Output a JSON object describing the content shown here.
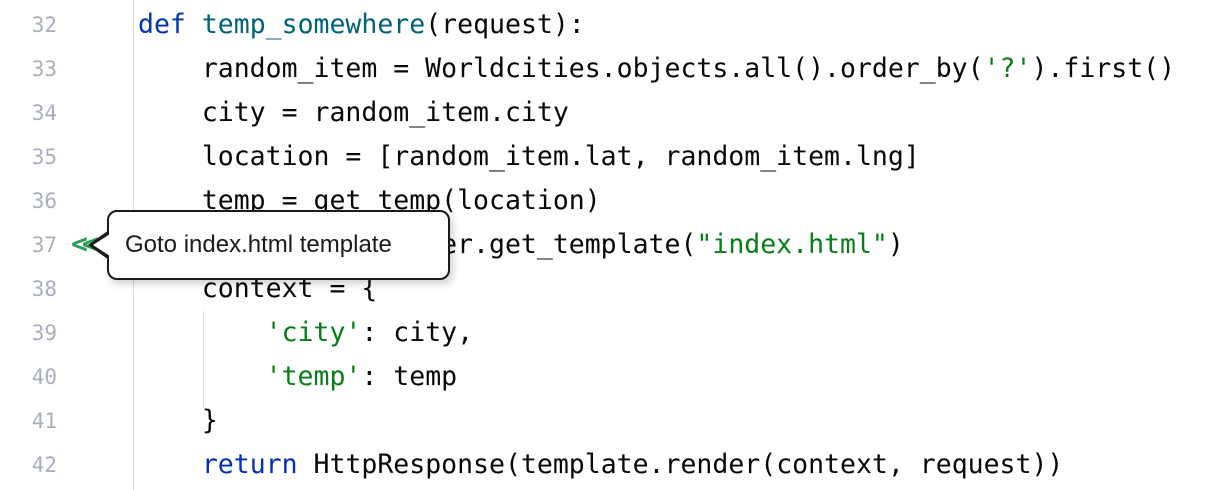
{
  "editor": {
    "background": "#ffffff",
    "colors": {
      "kw": "#0033b3",
      "fn": "#00627a",
      "str": "#067d17",
      "pl": "#080808",
      "line_number": "#a8aebc",
      "indent_guide": "#d7dade",
      "gutter_icon": "#2e9d57"
    },
    "gutter_icon_glyph": "<<",
    "lines": [
      {
        "number": "32",
        "tokens": [
          {
            "t": "kw",
            "s": "def"
          },
          {
            "t": "pl",
            "s": " "
          },
          {
            "t": "fn",
            "s": "temp_somewhere"
          },
          {
            "t": "pl",
            "s": "(request):"
          }
        ]
      },
      {
        "number": "33",
        "tokens": [
          {
            "t": "pl",
            "s": "    random_item = Worldcities.objects.all().order_by("
          },
          {
            "t": "str",
            "s": "'?'"
          },
          {
            "t": "pl",
            "s": ").first()"
          }
        ]
      },
      {
        "number": "34",
        "tokens": [
          {
            "t": "pl",
            "s": "    city = random_item.city"
          }
        ]
      },
      {
        "number": "35",
        "tokens": [
          {
            "t": "pl",
            "s": "    location = [random_item.lat, random_item.lng]"
          }
        ]
      },
      {
        "number": "36",
        "tokens": [
          {
            "t": "pl",
            "s": "    temp = get_temp(location)"
          }
        ]
      },
      {
        "number": "37",
        "gutter_icon": "goto-template-icon",
        "tokens": [
          {
            "t": "pl",
            "s": "    template = loader.get_template("
          },
          {
            "t": "str",
            "s": "\"index.html\""
          },
          {
            "t": "pl",
            "s": ")"
          }
        ]
      },
      {
        "number": "38",
        "tokens": [
          {
            "t": "pl",
            "s": "    context = {"
          }
        ]
      },
      {
        "number": "39",
        "tokens": [
          {
            "t": "pl",
            "s": "        "
          },
          {
            "t": "str",
            "s": "'city'"
          },
          {
            "t": "pl",
            "s": ": city,"
          }
        ]
      },
      {
        "number": "40",
        "tokens": [
          {
            "t": "pl",
            "s": "        "
          },
          {
            "t": "str",
            "s": "'temp'"
          },
          {
            "t": "pl",
            "s": ": temp"
          }
        ]
      },
      {
        "number": "41",
        "tokens": [
          {
            "t": "pl",
            "s": "    }"
          }
        ]
      },
      {
        "number": "42",
        "tokens": [
          {
            "t": "pl",
            "s": "    "
          },
          {
            "t": "kw",
            "s": "return"
          },
          {
            "t": "pl",
            "s": " HttpResponse(template.render(context, request))"
          }
        ]
      }
    ]
  },
  "tooltip": {
    "text": "Goto index.html template",
    "background": "#ffffff",
    "border_color": "#1b1b1b"
  }
}
